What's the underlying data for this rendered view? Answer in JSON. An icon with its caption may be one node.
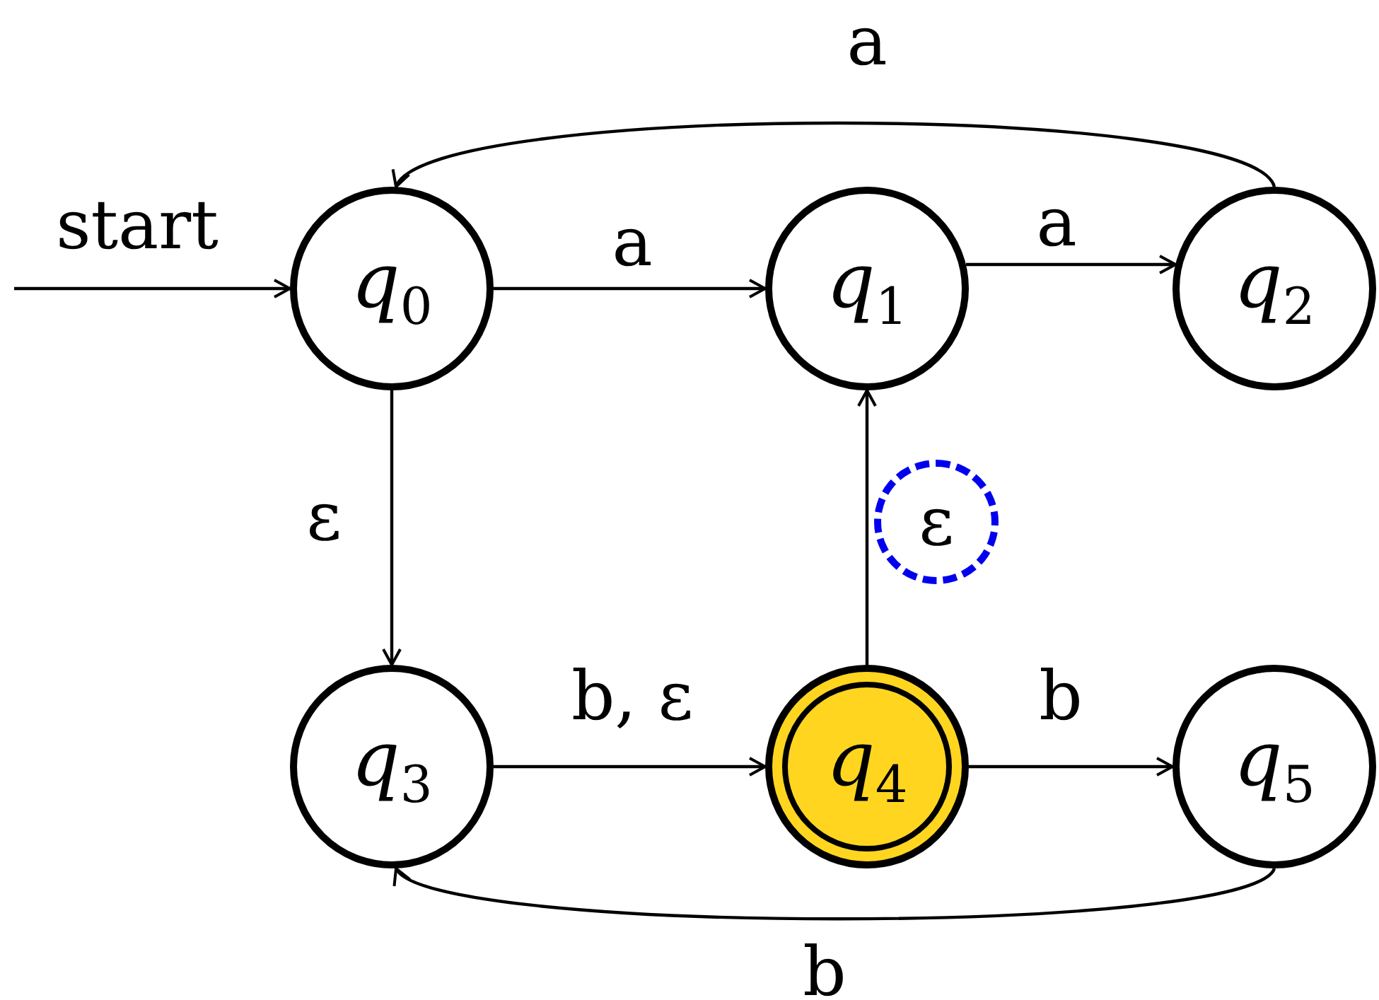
{
  "diagram": {
    "nodes": [
      {
        "text": [
          "*q*$_{0}$"
        ]
      },
      {
        "text": [
          "*q*$_{1}$"
        ]
      },
      {
        "text": [
          "*q*$_{2}$"
        ]
      },
      {
        "text": [
          "*q*$_{3}$"
        ]
      },
      {
        "text": [
          "*q*$_{4}$"
        ]
      },
      {
        "text": [
          "*q*$_{5}$"
        ]
      }
    ],
    "edges": [
      {
        "from": null,
        "to": 0,
        "arrow": "to",
        "label": "start"
      },
      {
        "from": 0,
        "to": 1,
        "arrow": "to",
        "label": "a"
      },
      {
        "from": 1,
        "to": 2,
        "arrow": "to",
        "label": "a"
      },
      {
        "from": 2,
        "to": 0,
        "arrow": "to",
        "label": "a"
      },
      {
        "from": 0,
        "to": 3,
        "arrow": "to",
        "label": "ε"
      },
      {
        "from": 3,
        "to": 4,
        "arrow": "to",
        "label": "b, ε"
      },
      {
        "from": 4,
        "to": 1,
        "arrow": "to",
        "label": "ε"
      },
      {
        "from": 4,
        "to": 5,
        "arrow": "to",
        "label": "b"
      },
      {
        "from": 5,
        "to": 3,
        "arrow": "to",
        "label": "b"
      }
    ]
  }
}
